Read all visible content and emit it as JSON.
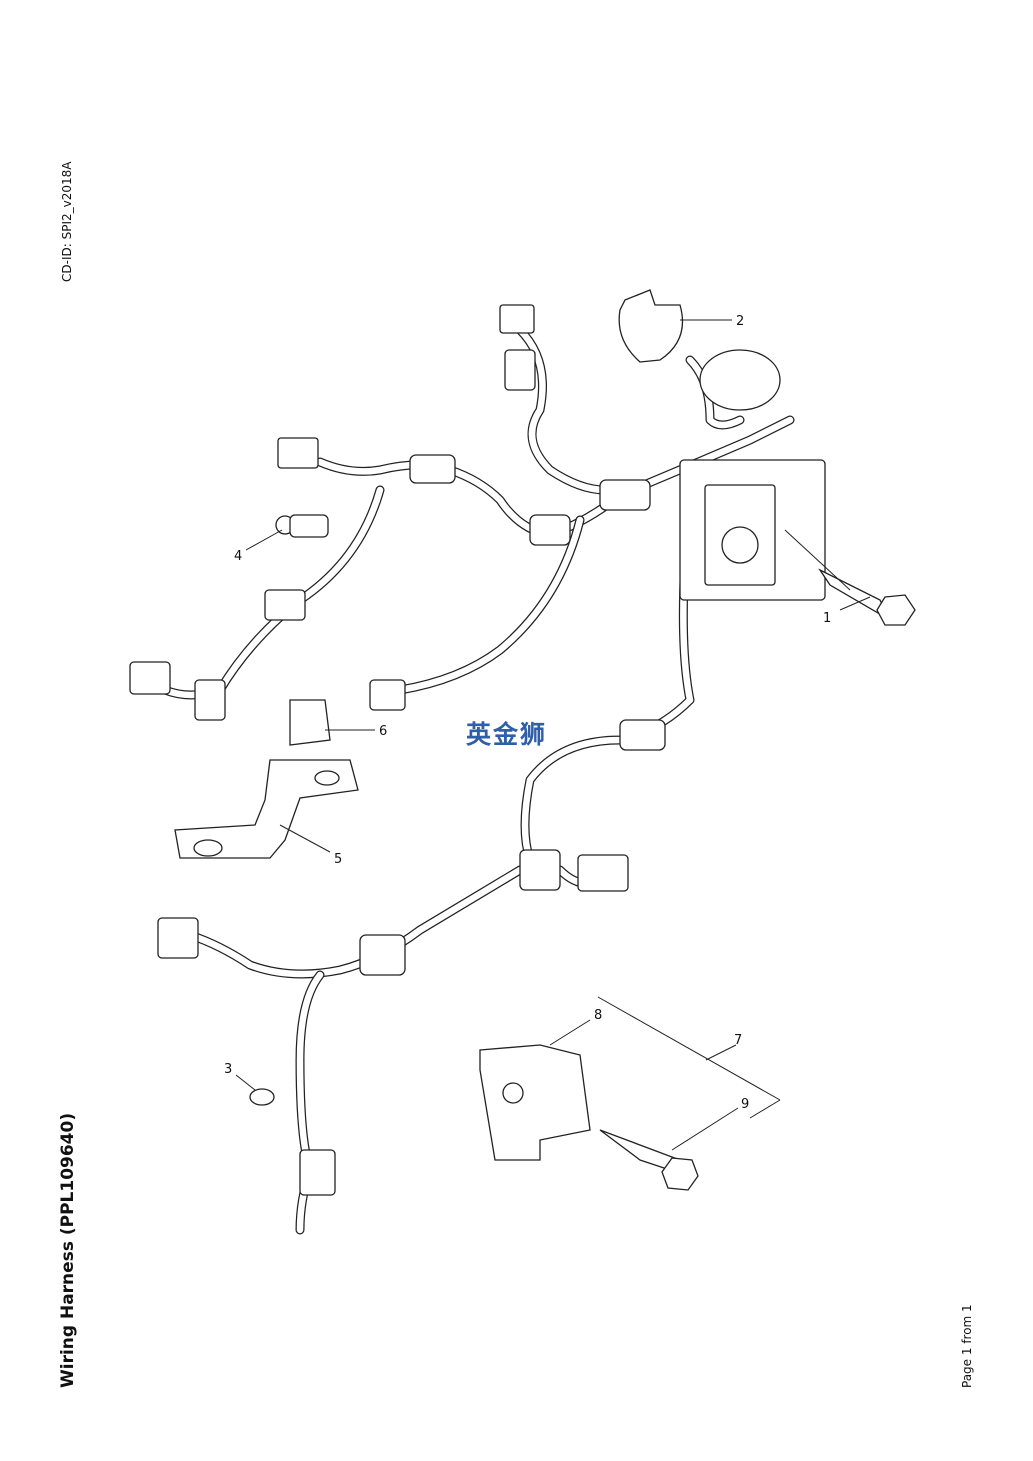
{
  "header": {
    "cd_id": "CD-ID: SPI2_v2018A"
  },
  "title": "Wiring Harness (PPL109640)",
  "footer": {
    "page": "Page 1 from 1"
  },
  "watermark": "英金狮",
  "callouts": {
    "c1": "1",
    "c2": "2",
    "c3": "3",
    "c4": "4",
    "c5": "5",
    "c6": "6",
    "c7": "7",
    "c8": "8",
    "c9": "9"
  }
}
